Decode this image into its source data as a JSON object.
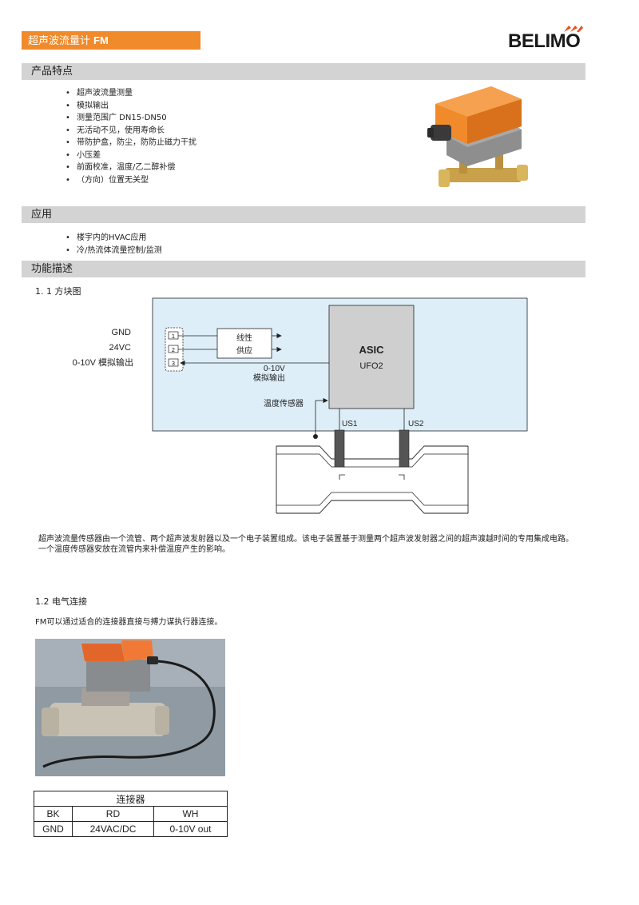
{
  "header": {
    "title_cn": "超声波流量计",
    "title_model": "FM",
    "logo": "BELIMO"
  },
  "features": {
    "heading": "产品特点",
    "items": [
      "超声波流量测量",
      "模拟输出",
      "测量范围广  DN15-DN50",
      "无活动不见，使用寿命长",
      "带防护盒，防尘，防防止磁力干扰",
      "小压差",
      "前面校准，温度/乙二醇补偿",
      "（方向）位置无关型"
    ]
  },
  "applications": {
    "heading": "应用",
    "items": [
      "楼宇内的HVAC应用",
      "冷/热流体流量控制/监测"
    ]
  },
  "function": {
    "heading": "功能描述",
    "block_heading": "1. 1    方块图",
    "diagram": {
      "gnd": "GND",
      "vc": "24VC",
      "out": "0-10V 模拟输出",
      "pin1": "1",
      "pin2": "2",
      "pin3": "3",
      "box_line1": "线性",
      "box_line2": "供应",
      "asic": "ASIC",
      "ufo": "UFO2",
      "analog_v": "0-10V",
      "analog_label": "模拟输出",
      "temp_sensor": "温度传感器",
      "us1": "US1",
      "us2": "US2"
    },
    "description_line1": "超声波流量传感器由一个流管、两个超声波发射器以及一个电子装置组成。该电子装置基于测量两个超声波发射器之间的超声渡越时间的专用集成电路。",
    "description_line2": "一个温度传感器安放在流管内来补偿温度产生的影响。"
  },
  "electrical": {
    "heading": "1.2  电气连接",
    "text": "FM可以通过适合的连接器直接与搏力谋执行器连接。",
    "table": {
      "title": "连接器",
      "headers": [
        "BK",
        "RD",
        "WH"
      ],
      "row": [
        "GND",
        "24VAC/DC",
        "0-10V out"
      ]
    }
  },
  "colors": {
    "accent": "#f08a2a",
    "section_gray": "#d3d3d3",
    "diagram_fill": "#ddeef8"
  }
}
